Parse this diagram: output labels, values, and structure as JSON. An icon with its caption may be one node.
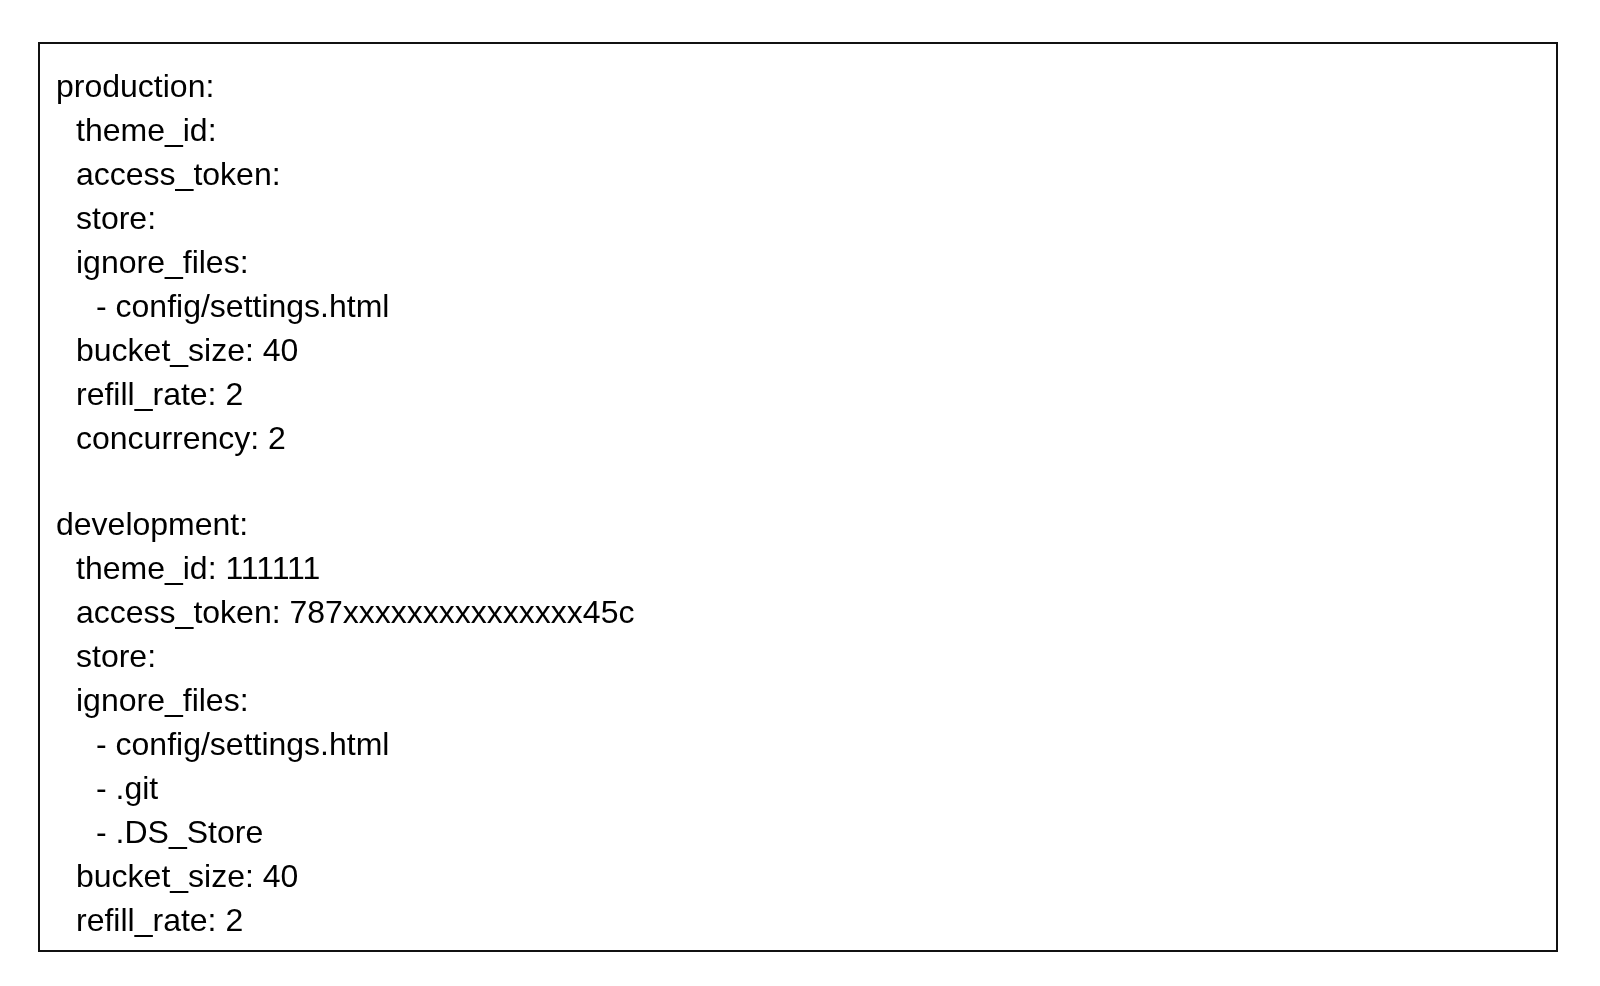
{
  "diagram": {
    "nodes": [
      {
        "text": [
          "production:",
          "theme_id:",
          "access_token:",
          "store:",
          "ignore_files:",
          "- config/settings.html",
          "bucket_size: 40",
          "refill_rate: 2",
          "concurrency: 2",
          "development:",
          "theme_id: 111111",
          "access_token: 787xxxxxxxxxxxxxxx45c",
          "store:",
          "ignore_files:",
          "- config/settings.html",
          "- .git",
          "- .DS_Store",
          "bucket_size: 40",
          "refill_rate: 2"
        ]
      }
    ]
  }
}
